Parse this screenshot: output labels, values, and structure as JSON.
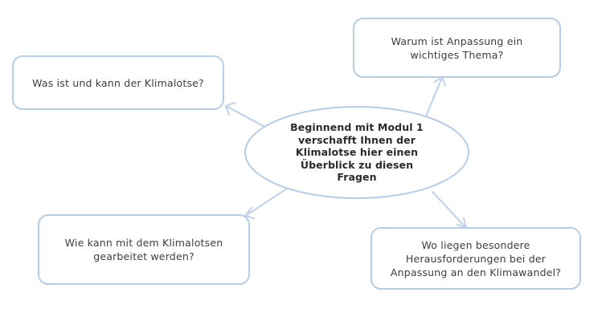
{
  "diagram": {
    "type": "mind-map",
    "background_color": "#ffffff",
    "shape_border_color": "#b8cce4",
    "shape_fill_color": "#ffffff",
    "connector_color": "#c3d4ea",
    "text_color": "#3d3d3d",
    "center_text_color": "#2b2b2b",
    "center": {
      "shape": "ellipse",
      "label": "Beginnend mit Modul 1\nverschafft Ihnen der\nKlimalotse hier einen\nÜberblick zu diesen\nFragen"
    },
    "nodes": [
      {
        "id": "top-left",
        "shape": "rounded-rectangle",
        "label": "Was ist und kann der Klimalotse?",
        "arrow_direction": "up-left"
      },
      {
        "id": "top-right",
        "shape": "rounded-rectangle",
        "label": "Warum ist Anpassung ein\nwichtiges Thema?",
        "arrow_direction": "up-right"
      },
      {
        "id": "bottom-left",
        "shape": "rounded-rectangle",
        "label": "Wie kann mit dem Klimalotsen\ngearbeitet werden?",
        "arrow_direction": "down-left"
      },
      {
        "id": "bottom-right",
        "shape": "rounded-rectangle",
        "label": "Wo liegen besondere\nHerausforderungen bei der\nAnpassung an den Klimawandel?",
        "arrow_direction": "down-right"
      }
    ]
  }
}
